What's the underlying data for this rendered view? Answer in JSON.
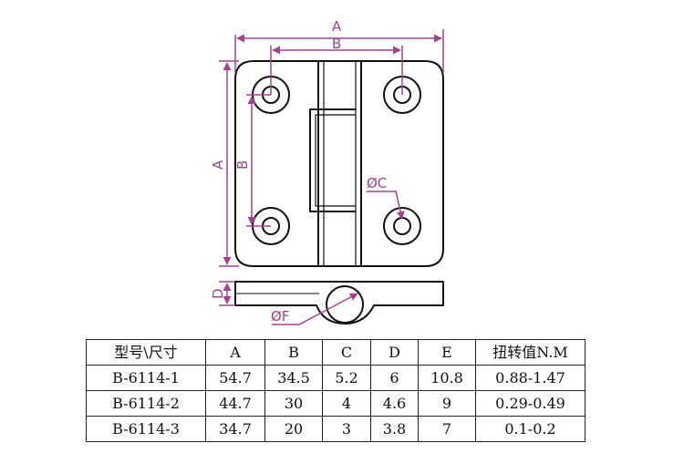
{
  "drawing": {
    "labels": {
      "top_a": "A",
      "top_b": "B",
      "side_a": "A",
      "side_b": "B",
      "hole_c": "ØC",
      "thickness_d": "D",
      "pin_f": "ØF"
    },
    "colors": {
      "outline": "#111111",
      "dimension": "#a0458f"
    }
  },
  "table": {
    "headers": [
      "型号\\尺寸",
      "A",
      "B",
      "C",
      "D",
      "E",
      "扭转值N.M"
    ],
    "rows": [
      [
        "B-6114-1",
        "54.7",
        "34.5",
        "5.2",
        "6",
        "10.8",
        "0.88-1.47"
      ],
      [
        "B-6114-2",
        "44.7",
        "30",
        "4",
        "4.6",
        "9",
        "0.29-0.49"
      ],
      [
        "B-6114-3",
        "34.7",
        "20",
        "3",
        "3.8",
        "7",
        "0.1-0.2"
      ]
    ]
  }
}
